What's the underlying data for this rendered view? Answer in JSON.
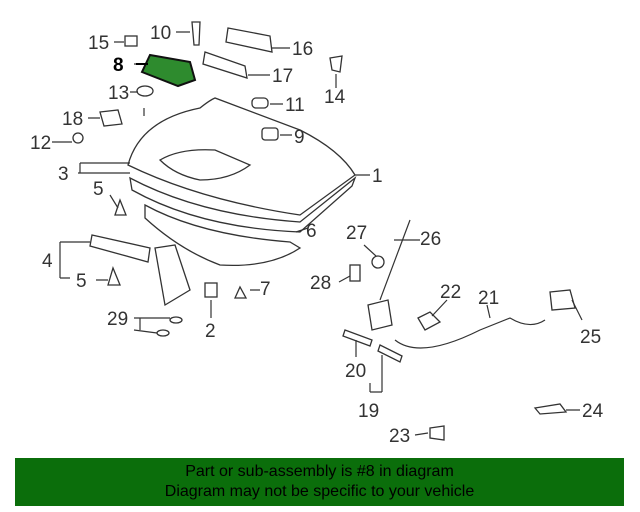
{
  "diagram": {
    "labels": [
      "15",
      "10",
      "16",
      "8",
      "17",
      "14",
      "13",
      "11",
      "18",
      "9",
      "12",
      "1",
      "3",
      "5",
      "6",
      "27",
      "26",
      "4",
      "5",
      "7",
      "28",
      "22",
      "21",
      "29",
      "2",
      "25",
      "20",
      "19",
      "24",
      "23"
    ],
    "selected_part": "8",
    "highlight_color": "#2e8b2e"
  },
  "banner": {
    "line1": "Part or sub-assembly is #8 in diagram",
    "line2": "Diagram may not be specific to your vehicle",
    "color": "#0b6e0b"
  }
}
